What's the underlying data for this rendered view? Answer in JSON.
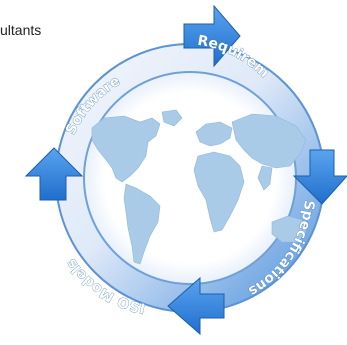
{
  "header": {
    "partial_text": "ultants"
  },
  "cycle": {
    "segments": [
      {
        "label": "Requirements"
      },
      {
        "label": "Specifications"
      },
      {
        "label": "ISO Models"
      },
      {
        "label": "Software"
      }
    ]
  },
  "colors": {
    "ring_light": "#eef3fb",
    "ring_dark": "#3c86d8",
    "arrow": "#2f82de",
    "map": "#a9cbe8",
    "background": "#ffffff"
  }
}
